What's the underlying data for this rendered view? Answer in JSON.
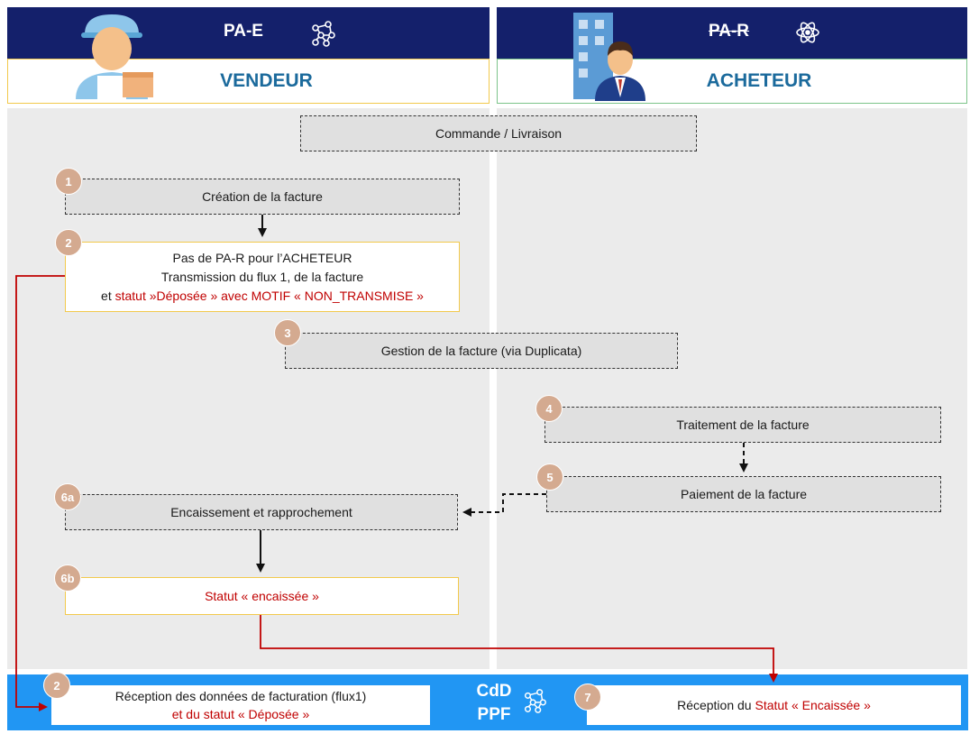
{
  "seller": {
    "platform": "PA-E",
    "role": "VENDEUR"
  },
  "buyer": {
    "platform": "PA-R",
    "role": "ACHETEUR"
  },
  "steps": {
    "commande": "Commande / Livraison",
    "s1": {
      "badge": "1",
      "label": "Création de la facture"
    },
    "s2": {
      "badge": "2",
      "line1": "Pas de PA-R pour l’ACHETEUR",
      "line2": "Transmission du flux 1, de la facture",
      "line3_prefix": "et ",
      "line3_red": "statut  »Déposée » avec MOTIF « NON_TRANSMISE »"
    },
    "s3": {
      "badge": "3",
      "label": "Gestion de la facture (via Duplicata)"
    },
    "s4": {
      "badge": "4",
      "label": "Traitement de la facture"
    },
    "s5": {
      "badge": "5",
      "label": "Paiement de la facture"
    },
    "s6a": {
      "badge": "6a",
      "label": "Encaissement et rapprochement"
    },
    "s6b": {
      "badge": "6b",
      "label": "Statut « encaissée »"
    }
  },
  "ppf": {
    "title_line1": "CdD",
    "title_line2": "PPF",
    "left": {
      "badge": "2",
      "line1": "Réception des données de facturation (flux1)",
      "line2": "et du statut « Déposée »"
    },
    "right": {
      "badge": "7",
      "prefix": "Réception du ",
      "red": "Statut « Encaissée »"
    }
  },
  "colors": {
    "header": "#14206b",
    "ppf": "#2196f3",
    "accent_red": "#c00000",
    "badge": "#d4aa90",
    "lane": "#ebebeb"
  }
}
